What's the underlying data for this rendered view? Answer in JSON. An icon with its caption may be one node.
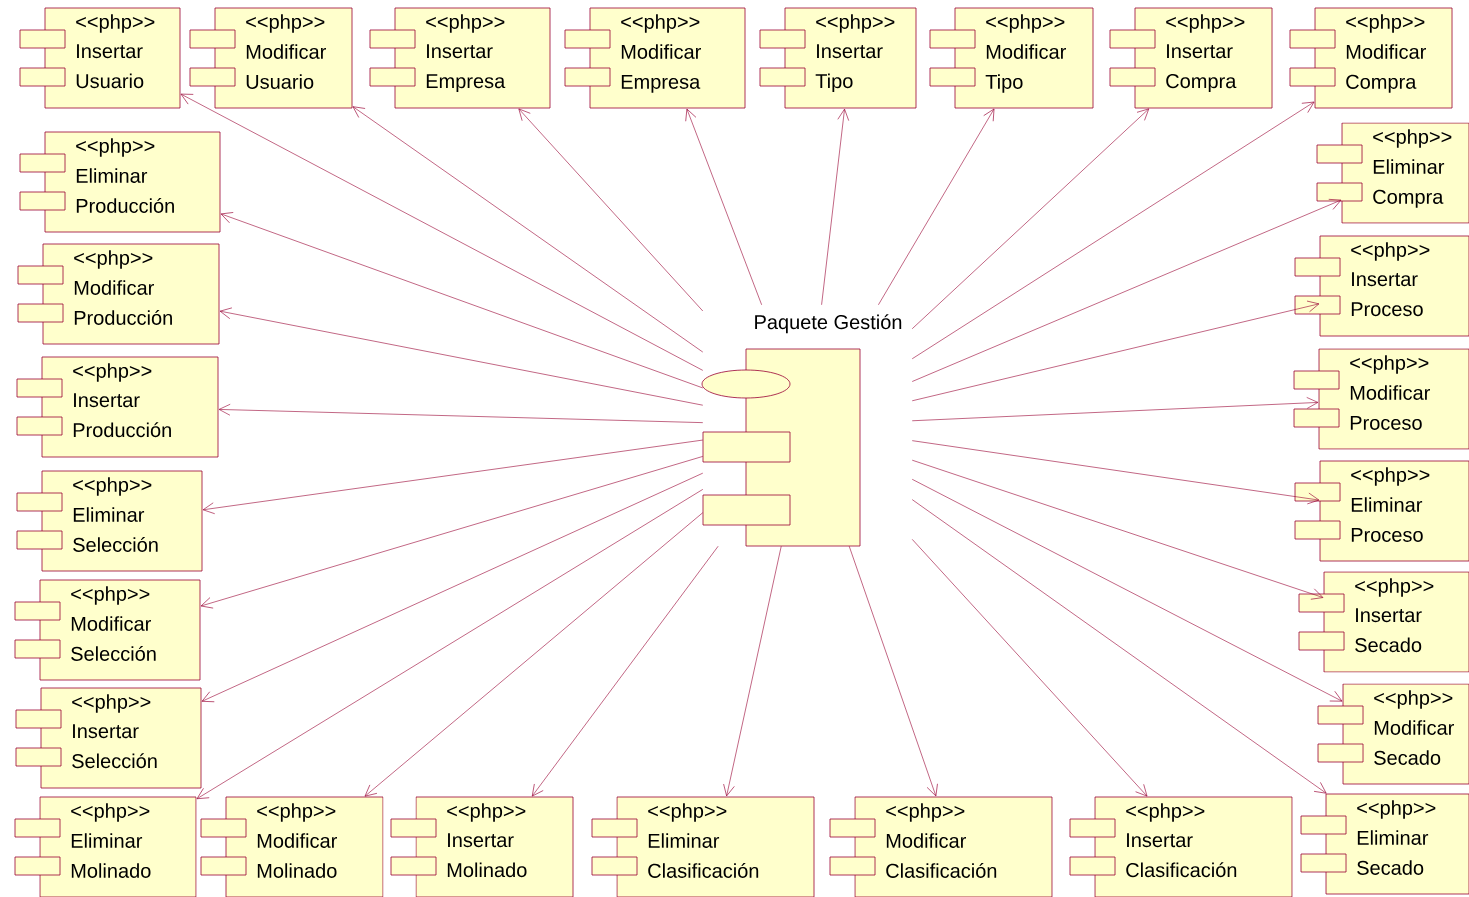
{
  "diagram": {
    "nodes": [
      {
        "text": [
          "Paquete Gestión"
        ]
      },
      {
        "text": [
          "<<php>>",
          "Insertar Usuario"
        ]
      },
      {
        "text": [
          "<<php>>",
          "Modificar Usuario"
        ]
      },
      {
        "text": [
          "<<php>>",
          "Insertar Empresa"
        ]
      },
      {
        "text": [
          "<<php>>",
          "Modificar Empresa"
        ]
      },
      {
        "text": [
          "<<php>>",
          "Insertar Tipo"
        ]
      },
      {
        "text": [
          "<<php>>",
          "Modificar Tipo"
        ]
      },
      {
        "text": [
          "<<php>>",
          "Insertar Compra"
        ]
      },
      {
        "text": [
          "<<php>>",
          "Modificar Compra"
        ]
      },
      {
        "text": [
          "<<php>>",
          "Eliminar Producción"
        ]
      },
      {
        "text": [
          "<<php>>",
          "Modificar Producción"
        ]
      },
      {
        "text": [
          "<<php>>",
          "Insertar Producción"
        ]
      },
      {
        "text": [
          "<<php>>",
          "Eliminar Selección"
        ]
      },
      {
        "text": [
          "<<php>>",
          "Modificar Selección"
        ]
      },
      {
        "text": [
          "<<php>>",
          "Insertar Selección"
        ]
      },
      {
        "text": [
          "<<php>>",
          "Eliminar Molinado"
        ]
      },
      {
        "text": [
          "<<php>>",
          "Modificar Molinado"
        ]
      },
      {
        "text": [
          "<<php>>",
          "Insertar Molinado"
        ]
      },
      {
        "text": [
          "<<php>>",
          "Eliminar Clasificación"
        ]
      },
      {
        "text": [
          "<<php>>",
          "Modificar Clasificación"
        ]
      },
      {
        "text": [
          "<<php>>",
          "Insertar Clasificación"
        ]
      },
      {
        "text": [
          "<<php>>",
          "Eliminar Compra"
        ]
      },
      {
        "text": [
          "<<php>>",
          "Insertar Proceso"
        ]
      },
      {
        "text": [
          "<<php>>",
          "Modificar Proceso"
        ]
      },
      {
        "text": [
          "<<php>>",
          "Eliminar Proceso"
        ]
      },
      {
        "text": [
          "<<php>>",
          "Insertar Secado"
        ]
      },
      {
        "text": [
          "<<php>>",
          "Modificar Secado"
        ]
      },
      {
        "text": [
          "<<php>>",
          "Eliminar Secado"
        ]
      }
    ],
    "edges": [
      {
        "from": 0,
        "to": 1,
        "arrow": "to"
      },
      {
        "from": 0,
        "to": 2,
        "arrow": "to"
      },
      {
        "from": 0,
        "to": 3,
        "arrow": "to"
      },
      {
        "from": 0,
        "to": 4,
        "arrow": "to"
      },
      {
        "from": 0,
        "to": 5,
        "arrow": "to"
      },
      {
        "from": 0,
        "to": 6,
        "arrow": "to"
      },
      {
        "from": 0,
        "to": 7,
        "arrow": "to"
      },
      {
        "from": 0,
        "to": 8,
        "arrow": "to"
      },
      {
        "from": 0,
        "to": 9,
        "arrow": "to"
      },
      {
        "from": 0,
        "to": 10,
        "arrow": "to"
      },
      {
        "from": 0,
        "to": 11,
        "arrow": "to"
      },
      {
        "from": 0,
        "to": 12,
        "arrow": "to"
      },
      {
        "from": 0,
        "to": 13,
        "arrow": "to"
      },
      {
        "from": 0,
        "to": 14,
        "arrow": "to"
      },
      {
        "from": 0,
        "to": 15,
        "arrow": "to"
      },
      {
        "from": 0,
        "to": 16,
        "arrow": "to"
      },
      {
        "from": 0,
        "to": 17,
        "arrow": "to"
      },
      {
        "from": 0,
        "to": 18,
        "arrow": "to"
      },
      {
        "from": 0,
        "to": 19,
        "arrow": "to"
      },
      {
        "from": 0,
        "to": 20,
        "arrow": "to"
      },
      {
        "from": 0,
        "to": 21,
        "arrow": "to"
      },
      {
        "from": 0,
        "to": 22,
        "arrow": "to"
      },
      {
        "from": 0,
        "to": 23,
        "arrow": "to"
      },
      {
        "from": 0,
        "to": 24,
        "arrow": "to"
      },
      {
        "from": 0,
        "to": 25,
        "arrow": "to"
      },
      {
        "from": 0,
        "to": 26,
        "arrow": "to"
      },
      {
        "from": 0,
        "to": 27,
        "arrow": "to"
      }
    ]
  }
}
